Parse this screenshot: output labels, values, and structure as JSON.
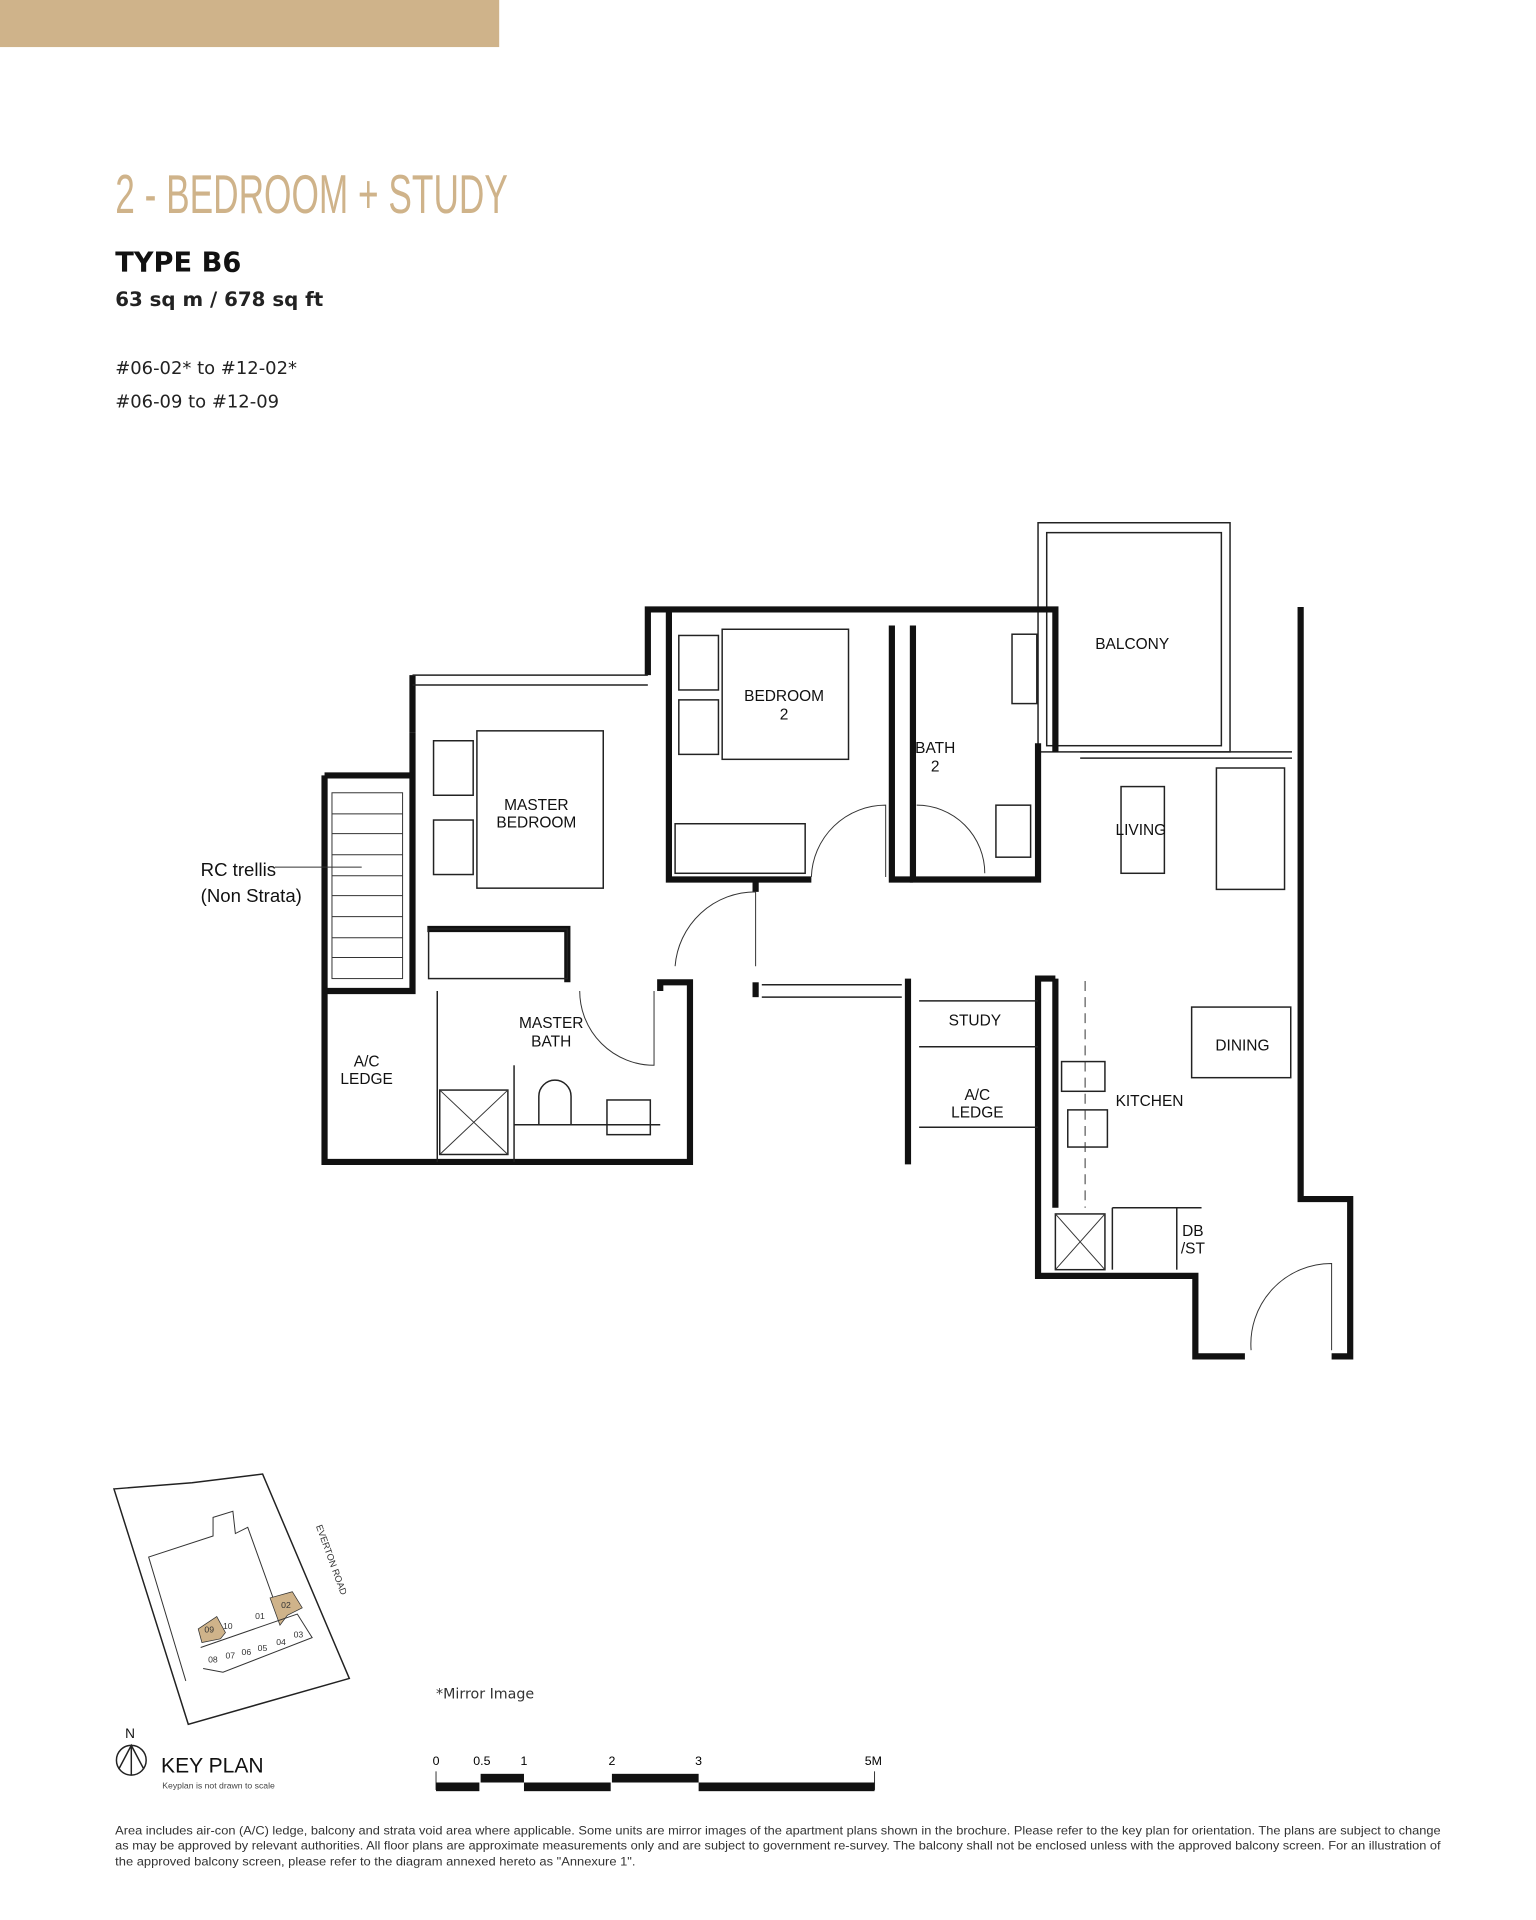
{
  "header": {
    "title": "2 - BEDROOM + STUDY",
    "type": "TYPE B6",
    "area": "63 sq m / 678 sq ft",
    "units": [
      "#06-02* to #12-02*",
      "#06-09  to #12-09"
    ]
  },
  "colors": {
    "accent": "#cfb38a",
    "line": "#111111"
  },
  "floorplan": {
    "rooms": {
      "balcony": "BALCONY",
      "bedroom2": [
        "BEDROOM",
        "2"
      ],
      "bath2": [
        "BATH",
        "2"
      ],
      "living": "LIVING",
      "master_bedroom": [
        "MASTER",
        "BEDROOM"
      ],
      "rc_trellis": [
        "RC trellis",
        "(Non Strata)"
      ],
      "ac_ledge_1": [
        "A/C",
        "LEDGE"
      ],
      "master_bath": [
        "MASTER",
        "BATH"
      ],
      "study": "STUDY",
      "ac_ledge_2": [
        "A/C",
        "LEDGE"
      ],
      "kitchen": "KITCHEN",
      "dining": "DINING",
      "dbst": [
        "DB",
        "/ST"
      ]
    }
  },
  "keyplan": {
    "road": "EVERTON ROAD",
    "units": [
      "02",
      "09",
      "01",
      "10",
      "03",
      "04",
      "05",
      "06",
      "07",
      "08"
    ],
    "highlighted": [
      "02",
      "09"
    ],
    "north": "N",
    "title": "KEY PLAN",
    "note": "Keyplan is not drawn to scale"
  },
  "mirror_note": "*Mirror Image",
  "scale_bar": {
    "labels": [
      "0",
      "0.5",
      "1",
      "2",
      "3",
      "5M"
    ]
  },
  "footer": [
    "Area includes air-con (A/C) ledge, balcony and strata void area where applicable. Some units are mirror images of the apartment plans shown in the brochure. Please refer to the key plan for orientation. The plans are subject to change",
    "as may be approved by relevant authorities. All floor plans are approximate measurements only and are subject to government re-survey. The balcony shall not be enclosed unless with the approved balcony screen. For an illustration of",
    "the approved balcony screen, please refer to the diagram annexed hereto as \"Annexure 1\"."
  ]
}
